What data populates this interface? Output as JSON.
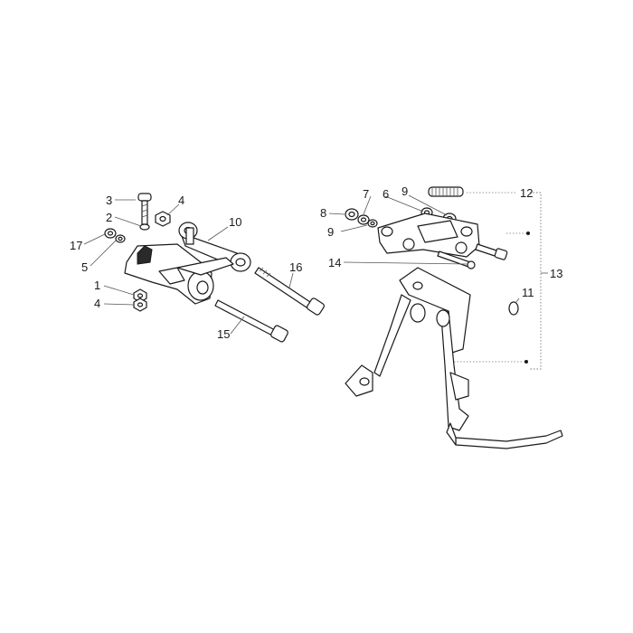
{
  "callouts": [
    {
      "id": "c1",
      "label": "1"
    },
    {
      "id": "c2",
      "label": "2"
    },
    {
      "id": "c3",
      "label": "3"
    },
    {
      "id": "c4a",
      "label": "4"
    },
    {
      "id": "c4b",
      "label": "4"
    },
    {
      "id": "c5",
      "label": "5"
    },
    {
      "id": "c6",
      "label": "6"
    },
    {
      "id": "c7",
      "label": "7"
    },
    {
      "id": "c8",
      "label": "8"
    },
    {
      "id": "c9a",
      "label": "9"
    },
    {
      "id": "c9b",
      "label": "9"
    },
    {
      "id": "c10",
      "label": "10"
    },
    {
      "id": "c11",
      "label": "11"
    },
    {
      "id": "c12",
      "label": "12"
    },
    {
      "id": "c13",
      "label": "13"
    },
    {
      "id": "c14",
      "label": "14"
    },
    {
      "id": "c15",
      "label": "15"
    },
    {
      "id": "c16",
      "label": "16"
    },
    {
      "id": "c17",
      "label": "17"
    }
  ],
  "colors": {
    "line": "#1a1a1a",
    "leader": "#555555",
    "background": "#ffffff"
  }
}
